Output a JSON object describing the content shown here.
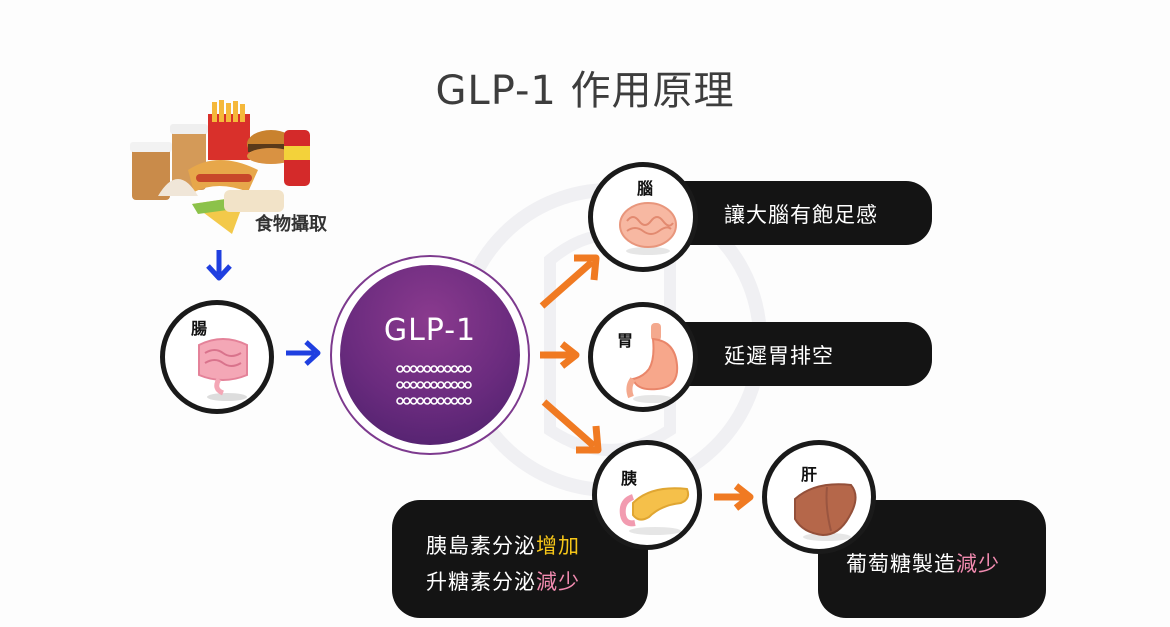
{
  "title": "GLP-1 作用原理",
  "food": {
    "label": "食物攝取"
  },
  "intestine": {
    "label": "腸"
  },
  "glp1": {
    "label": "GLP-1"
  },
  "brain": {
    "label": "腦",
    "effect": "讓大腦有飽足感"
  },
  "stomach": {
    "label": "胃",
    "effect": "延遲胃排空"
  },
  "pancreas": {
    "label": "胰",
    "line1_prefix": "胰島素分泌",
    "line1_highlight": "增加",
    "line2_prefix": "升糖素分泌",
    "line2_highlight": "減少"
  },
  "liver": {
    "label": "肝",
    "effect_prefix": "葡萄糖製造",
    "effect_highlight": "減少"
  },
  "colors": {
    "flow_arrow": "#1f3fe0",
    "effect_arrow": "#f07a22",
    "glp1_purple": "#6a2b7e",
    "pill_bg": "#141414",
    "increase": "#f5c518",
    "decrease": "#f28bb0"
  }
}
